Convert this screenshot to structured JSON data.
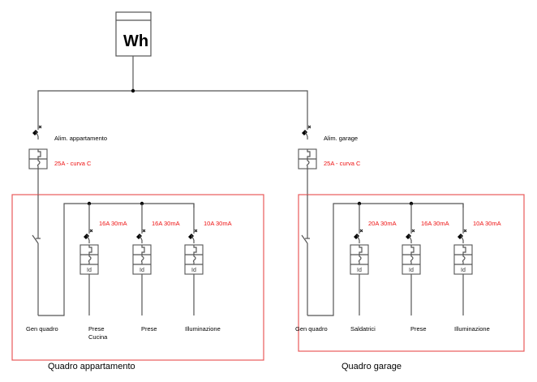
{
  "meter": {
    "label": "Wh"
  },
  "feeders": [
    {
      "id": "appartamento",
      "name": "Alim. appartamento",
      "rating": "25A - curva C"
    },
    {
      "id": "garage",
      "name": "Alim. garage",
      "rating": "25A - curva C"
    }
  ],
  "panels": [
    {
      "title": "Quadro appartamento",
      "main_switch_label": "Gen quadro",
      "circuits": [
        {
          "rating": "16A 30mA",
          "label_lines": [
            "Prese",
            "Cucina"
          ],
          "rcd_symbol": "Id"
        },
        {
          "rating": "16A 30mA",
          "label_lines": [
            "Prese"
          ],
          "rcd_symbol": "Id"
        },
        {
          "rating": "10A 30mA",
          "label_lines": [
            "Illuminazione"
          ],
          "rcd_symbol": "Id"
        }
      ]
    },
    {
      "title": "Quadro garage",
      "main_switch_label": "Gen quadro",
      "circuits": [
        {
          "rating": "20A 30mA",
          "label_lines": [
            "Saldatrici"
          ],
          "rcd_symbol": "Id"
        },
        {
          "rating": "16A 30mA",
          "label_lines": [
            "Prese"
          ],
          "rcd_symbol": "Id"
        },
        {
          "rating": "10A 30mA",
          "label_lines": [
            "Illuminazione"
          ],
          "rcd_symbol": "Id"
        }
      ]
    }
  ],
  "colors": {
    "wire": "#555555",
    "panel_border": "#e8595a",
    "rating_text": "#ee1111"
  }
}
